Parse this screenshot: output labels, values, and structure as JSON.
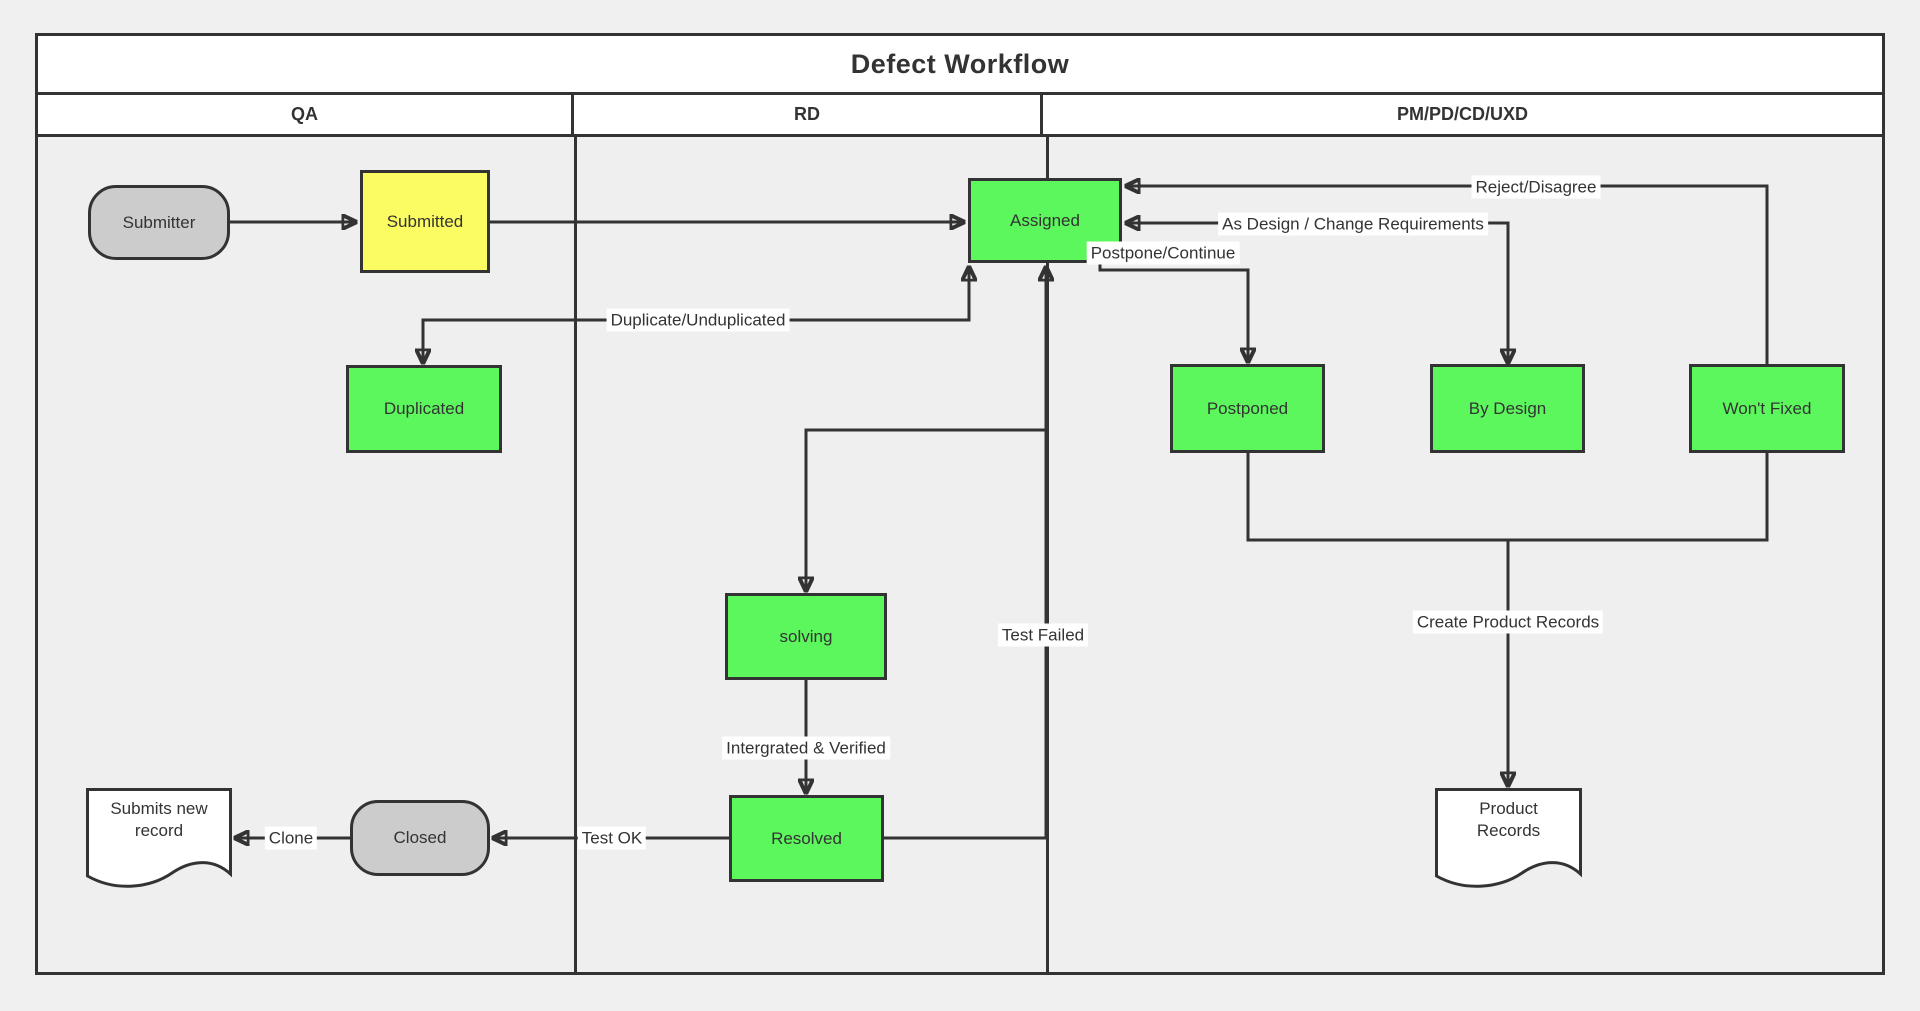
{
  "title": "Defect Workflow",
  "lanes": [
    {
      "label": "QA"
    },
    {
      "label": "RD"
    },
    {
      "label": "PM/PD/CD/UXD"
    }
  ],
  "nodes": {
    "submitter": {
      "label": "Submitter",
      "type": "terminator",
      "fill": "gray",
      "lane": "QA"
    },
    "submitted": {
      "label": "Submitted",
      "type": "process",
      "fill": "yellow",
      "lane": "QA"
    },
    "assigned": {
      "label": "Assigned",
      "type": "process",
      "fill": "green",
      "lane": "RD"
    },
    "duplicated": {
      "label": "Duplicated",
      "type": "process",
      "fill": "green",
      "lane": "QA"
    },
    "postponed": {
      "label": "Postponed",
      "type": "process",
      "fill": "green",
      "lane": "PM/PD/CD/UXD"
    },
    "by_design": {
      "label": "By Design",
      "type": "process",
      "fill": "green",
      "lane": "PM/PD/CD/UXD"
    },
    "wont_fixed": {
      "label": "Won't Fixed",
      "type": "process",
      "fill": "green",
      "lane": "PM/PD/CD/UXD"
    },
    "solving": {
      "label": "solving",
      "type": "process",
      "fill": "green",
      "lane": "RD"
    },
    "resolved": {
      "label": "Resolved",
      "type": "process",
      "fill": "green",
      "lane": "RD"
    },
    "closed": {
      "label": "Closed",
      "type": "terminator",
      "fill": "gray",
      "lane": "QA"
    },
    "submits_new_record": {
      "label": "Submits new record",
      "type": "document",
      "fill": "white",
      "lane": "QA"
    },
    "product_records": {
      "label": "Product Records",
      "type": "document",
      "fill": "white",
      "lane": "PM/PD/CD/UXD"
    }
  },
  "edges": [
    {
      "from": "submitter",
      "to": "submitted",
      "label": ""
    },
    {
      "from": "submitted",
      "to": "assigned",
      "label": ""
    },
    {
      "from": "assigned",
      "to": "duplicated",
      "label": "Duplicate/Unduplicated",
      "bidirectional": true
    },
    {
      "from": "wont_fixed",
      "to": "assigned",
      "label": "Reject/Disagree"
    },
    {
      "from": "by_design",
      "to": "assigned",
      "label": "As Design / Change Requirements",
      "bidirectional": true
    },
    {
      "from": "assigned",
      "to": "postponed",
      "label": "Postpone/Continue"
    },
    {
      "from": "assigned",
      "to": "solving",
      "label": ""
    },
    {
      "from": "solving",
      "to": "resolved",
      "label": "Intergrated & Verified"
    },
    {
      "from": "resolved",
      "to": "assigned",
      "label": "Test Failed"
    },
    {
      "from": "resolved",
      "to": "closed",
      "label": "Test OK"
    },
    {
      "from": "closed",
      "to": "submits_new_record",
      "label": "Clone"
    },
    {
      "from": "postponed, by_design, wont_fixed",
      "to": "product_records",
      "label": "Create Product Records"
    }
  ],
  "colors": {
    "page_bg": "#f0f0f0",
    "lane_bg": "#efefef",
    "line": "#333333",
    "text": "#333333",
    "green": "#5cf75c",
    "yellow": "#fbfb62",
    "gray": "#cccccc"
  }
}
